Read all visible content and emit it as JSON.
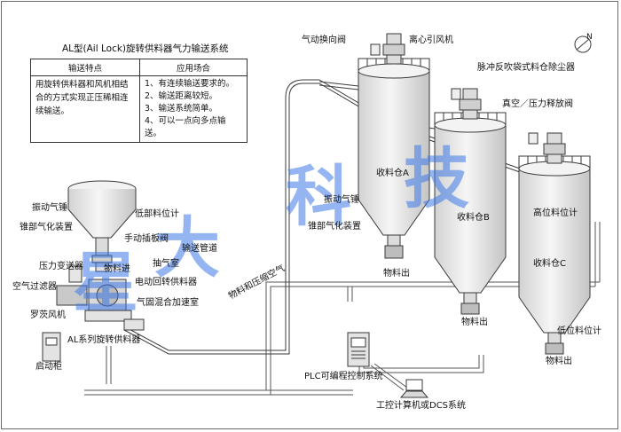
{
  "title": "AL型(Ail Lock)旋转供料器气力输送系统",
  "table": {
    "headers": [
      "输送特点",
      "应用场合"
    ],
    "feature": "用旋转供料器和风机相结合的方式实现正压稀相连续输送。",
    "applications": [
      "1、有连续输送要求的。",
      "2、输送距离较短。",
      "3、输送系统简单。",
      "4、可以一点向多点输送。"
    ]
  },
  "labels": {
    "pneumatic_diverter": "气动换向阀",
    "centrifugal_fan": "离心引风机",
    "pulse_dust_collector": "脉冲反吹袋式料仓除尘器",
    "vacuum_pressure_valve": "真空／压力释放阀",
    "bin_a": "收料仓A",
    "bin_b": "收料仓B",
    "bin_c": "收料仓C",
    "high_level_meter": "高位料位计",
    "low_level_meter": "低位料位计",
    "vibrating_hammer_left": "振动气锤",
    "cone_aeration_left": "锥部气化装置",
    "vibrating_hammer_right": "振动气锤",
    "cone_aeration_right": "锥部气化装置",
    "bottom_level_meter": "低部料位计",
    "manual_gate": "手动插板阀",
    "conveying_pipe": "输送管道",
    "material_in": "物料进",
    "suction_chamber": "抽气室",
    "electric_feeder": "电动回转供料器",
    "mixing_chamber": "气固混合加速室",
    "pressure_transmitter": "压力变送器",
    "air_filter": "空气过滤器",
    "roots_blower": "罗茨风机",
    "al_feeder": "AL系列旋转供料器",
    "material_air": "物料和压缩空气",
    "start_cabinet": "启动柜",
    "material_out_a": "物料出",
    "material_out_b": "物料出",
    "material_out_c": "物料出",
    "plc": "PLC可编程控制系统",
    "dcs": "工控计算机或DCS系统",
    "north": "N"
  },
  "watermark": [
    "星",
    "大",
    "科",
    "技"
  ],
  "colors": {
    "line": "#3a3a3a",
    "fill": "#e6e6e6",
    "cable": "#555555",
    "watermark": "#3c78e6"
  }
}
